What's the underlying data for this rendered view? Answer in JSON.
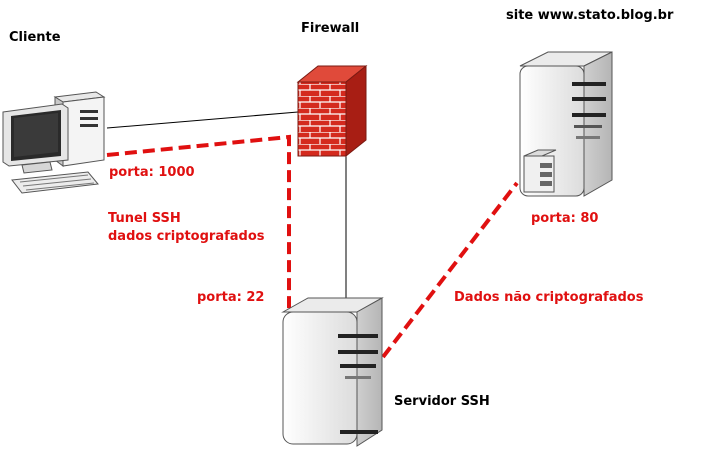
{
  "labels": {
    "cliente": "Cliente",
    "firewall": "Firewall",
    "site": "site www.stato.blog.br",
    "porta_1000": "porta: 1000",
    "tunel_line1": "Tunel SSH",
    "tunel_line2": "dados criptografados",
    "porta_22": "porta: 22",
    "porta_80": "porta: 80",
    "dados_nao_cripto": "Dados não criptografados",
    "servidor_ssh": "Servidor SSH"
  },
  "colors": {
    "tunnel": "#e01010",
    "text": "#000000",
    "brick": "#d42a1e",
    "server_body": "#f2f2f2"
  },
  "icons": [
    "desktop-computer-icon",
    "firewall-brick-wall-icon",
    "ssh-server-tower-icon",
    "web-server-tower-icon"
  ]
}
